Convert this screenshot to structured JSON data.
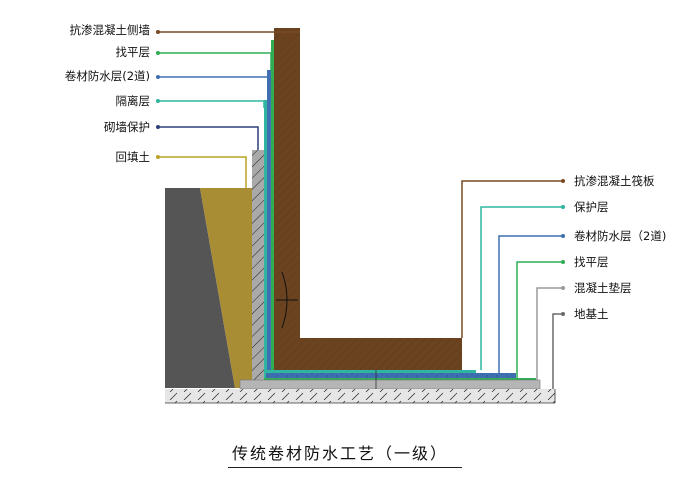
{
  "caption": "传统卷材防水工艺（一级）",
  "left_labels": [
    {
      "text": "抗渗混凝土侧墙",
      "color": "#7a4a22"
    },
    {
      "text": "找平层",
      "color": "#2fae55"
    },
    {
      "text": "卷材防水层(2道)",
      "color": "#3f6fb0"
    },
    {
      "text": "隔离层",
      "color": "#2fb5a0"
    },
    {
      "text": "砌墙保护",
      "color": "#2f3f7a"
    },
    {
      "text": "回填土",
      "color": "#b9a325"
    }
  ],
  "right_labels": [
    {
      "text": "抗渗混凝土筏板",
      "color": "#7a4a22"
    },
    {
      "text": "保护层",
      "color": "#2fb5a0"
    },
    {
      "text": "卷材防水层（2道)",
      "color": "#3f6fb0"
    },
    {
      "text": "找平层",
      "color": "#2fae55"
    },
    {
      "text": "混凝土垫层",
      "color": "#9a9a9a"
    },
    {
      "text": "地基土",
      "color": "#6a6a6a"
    }
  ],
  "colors": {
    "concrete": "#6b4320",
    "backfill": "#a98d35",
    "soil": "#555555",
    "cushion": "#b5b5b5",
    "membrane_blue": "#3f6fb0",
    "protection_teal": "#2fb5a0"
  }
}
